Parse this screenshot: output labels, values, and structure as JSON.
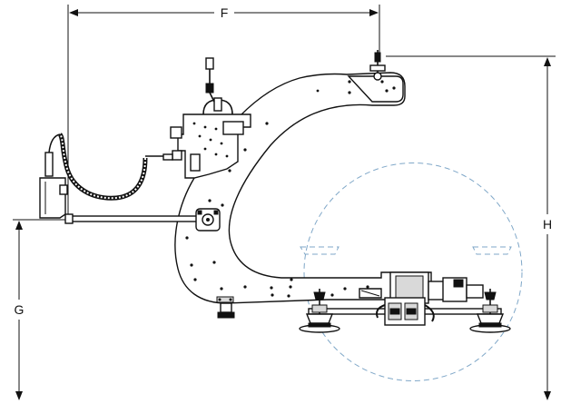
{
  "dimensions": {
    "F": "F",
    "G": "G",
    "H": "H"
  },
  "colors": {
    "line": "#111111",
    "dashed_swing_path": "#7fa7c8",
    "background": "#ffffff"
  }
}
